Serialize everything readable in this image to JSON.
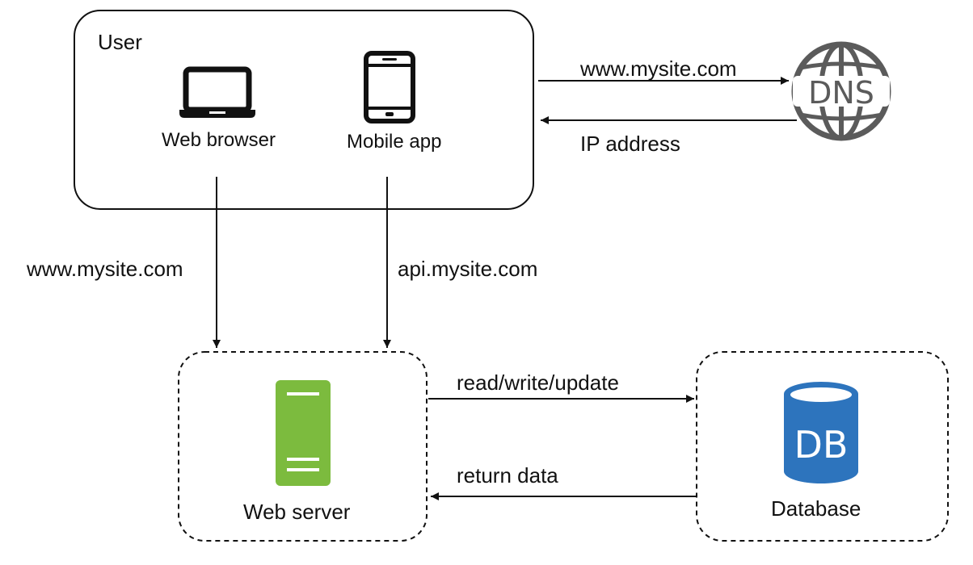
{
  "user_group": {
    "title": "User",
    "web_browser_label": "Web browser",
    "mobile_app_label": "Mobile app"
  },
  "dns": {
    "icon": "dns-globe-icon",
    "icon_text": "DNS",
    "request_label": "www.mysite.com",
    "response_label": "IP address"
  },
  "client_requests": {
    "web_label": "www.mysite.com",
    "api_label": "api.mysite.com"
  },
  "web_server": {
    "icon": "server-icon",
    "label": "Web server"
  },
  "database": {
    "icon": "database-icon",
    "icon_text": "DB",
    "label": "Database"
  },
  "db_traffic": {
    "request_label": "read/write/update",
    "response_label": "return data"
  },
  "colors": {
    "server_green": "#7cbb3e",
    "db_blue": "#2d74bd",
    "dns_gray": "#5b5b5b",
    "line": "#111111"
  }
}
